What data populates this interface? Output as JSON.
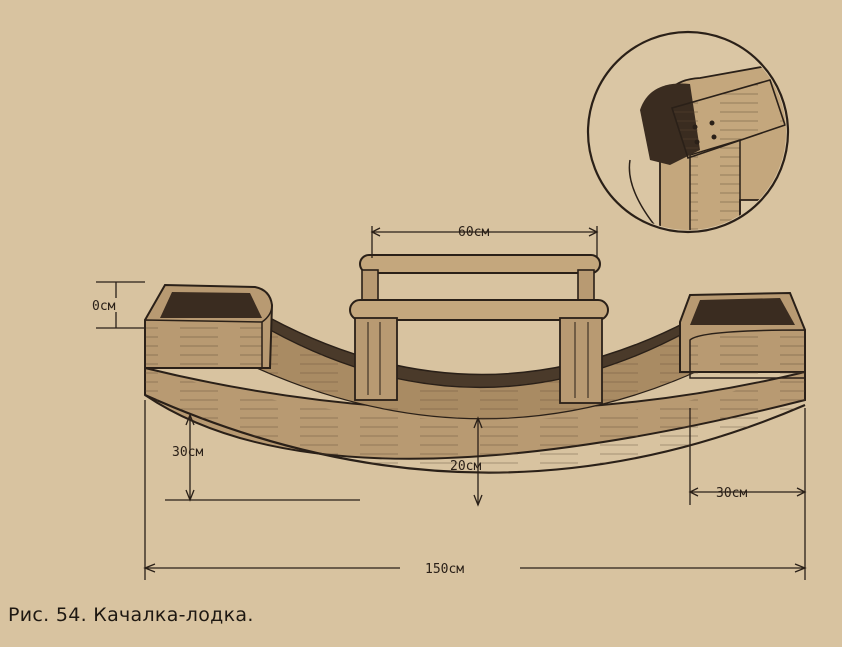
{
  "figure": {
    "caption": "Рис. 54. Качалка-лодка.",
    "colors": {
      "paper": "#d8c3a0",
      "ink": "#2a2018",
      "wood": "#b89a72",
      "wood_dark": "#4a3a2a"
    }
  },
  "dimensions": {
    "seat_width": "60см",
    "end_height": "0см",
    "side_height": "30см",
    "center_depth": "20см",
    "end_length": "30см",
    "total_length": "150см"
  }
}
